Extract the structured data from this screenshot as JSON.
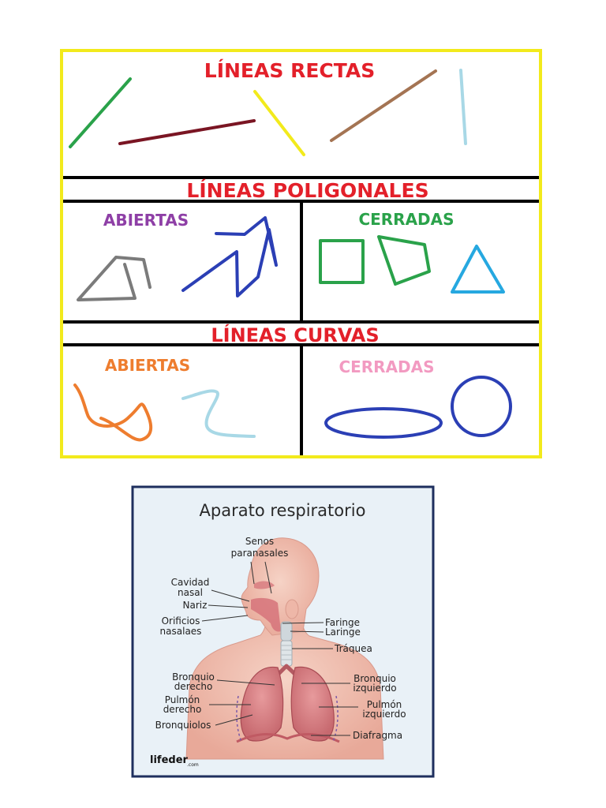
{
  "lines_chart": {
    "straight": {
      "title": "LÍNEAS RECTAS"
    },
    "polygonal": {
      "title": "LÍNEAS POLIGONALES",
      "open_label": "ABIERTAS",
      "closed_label": "CERRADAS"
    },
    "curved": {
      "title": "LÍNEAS CURVAS",
      "open_label": "ABIERTAS",
      "closed_label": "CERRADAS"
    },
    "colors": {
      "frame": "#f2ea1c",
      "title_red": "#e3202a",
      "purple": "#8e3fa6",
      "green": "#2aa24a",
      "orange": "#ee7d2f",
      "pink": "#f29ac1"
    }
  },
  "respiratory": {
    "title": "Aparato respiratorio",
    "labels": {
      "senos": "Senos",
      "paranasales": "paranasales",
      "cavidad": "Cavidad",
      "nasal": "nasal",
      "nariz": "Nariz",
      "orificios": "Orificios",
      "nasalaes": "nasalaes",
      "faringe": "Faringe",
      "laringe": "Laringe",
      "traquea": "Tráquea",
      "bronquio_der_1": "Bronquio",
      "bronquio_der_2": "derecho",
      "bronquio_izq_1": "Bronquio",
      "bronquio_izq_2": "izquierdo",
      "pulmon_der_1": "Pulmón",
      "pulmon_der_2": "derecho",
      "pulmon_izq_1": "Pulmón",
      "pulmon_izq_2": "izquierdo",
      "bronquiolos": "Bronquiolos",
      "diafragma": "Diafragma"
    },
    "logo": {
      "name": "lifeder",
      "suffix": ".com"
    },
    "colors": {
      "frame": "#1e2f5e",
      "background": "#e9f1f7"
    }
  }
}
